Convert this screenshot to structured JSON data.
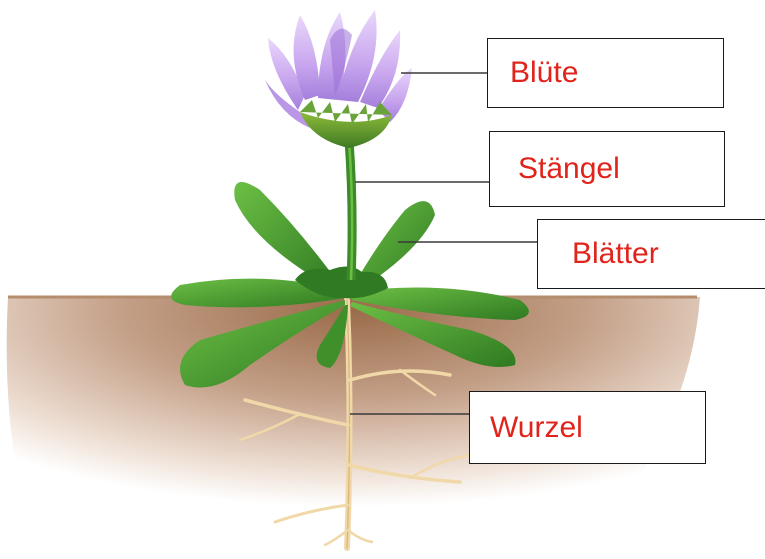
{
  "labels": {
    "bluete": "Blüte",
    "staengel": "Stängel",
    "blaetter": "Blätter",
    "wurzel": "Wurzel"
  },
  "colors": {
    "label_text": "#e0241b",
    "petal": "#c7a4ee",
    "petal_dark": "#9b6fd6",
    "leaf": "#3f8f2a",
    "leaf_light": "#6cbf45",
    "stem": "#3d8a28",
    "soil": "#a67a58",
    "ground_line": "#b48c6e",
    "root": "#f0d8a8"
  }
}
